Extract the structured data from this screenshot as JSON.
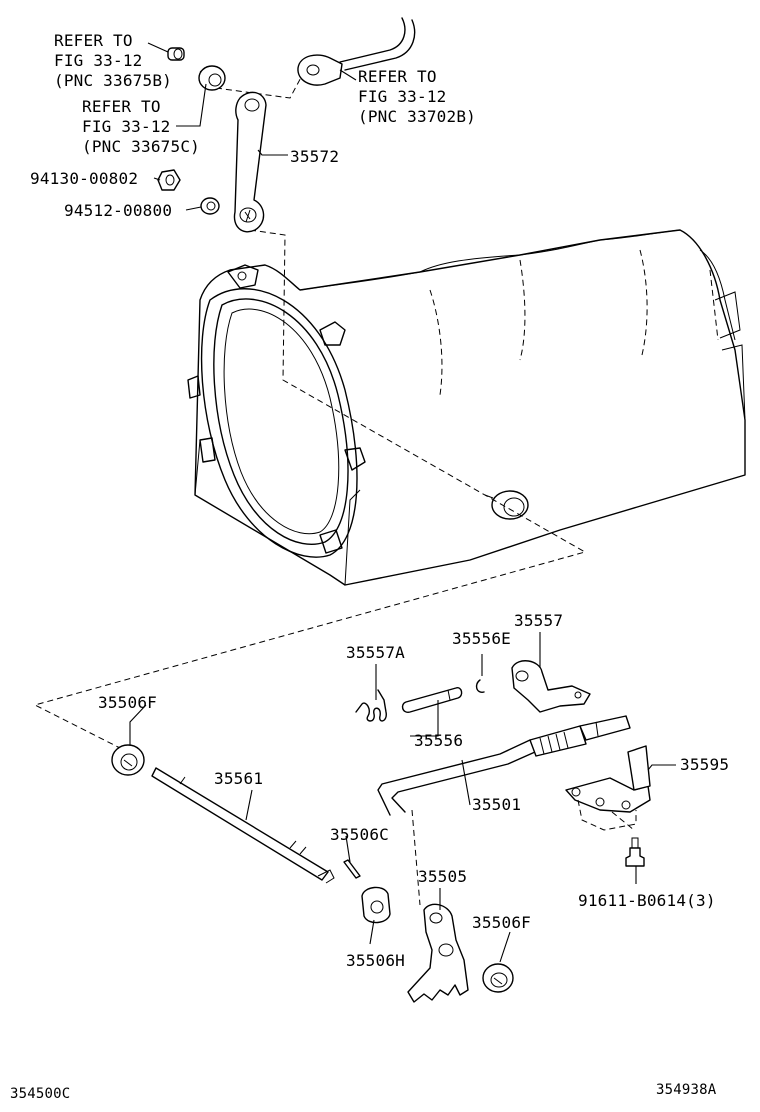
{
  "labels": {
    "refer_1_line1": "REFER TO",
    "refer_1_line2": "FIG 33-12",
    "refer_1_line3": "(PNC 33675B)",
    "refer_2_line1": "REFER TO",
    "refer_2_line2": "FIG 33-12",
    "refer_2_line3": "(PNC 33675C)",
    "refer_3_line1": "REFER TO",
    "refer_3_line2": "FIG 33-12",
    "refer_3_line3": "(PNC 33702B)",
    "p35572": "35572",
    "p94130": "94130-00802",
    "p94512": "94512-00800",
    "p35557A": "35557A",
    "p35556E": "35556E",
    "p35557": "35557",
    "p35556": "35556",
    "p35506F_a": "35506F",
    "p35561": "35561",
    "p35501": "35501",
    "p35595": "35595",
    "p35506C": "35506C",
    "p35505": "35505",
    "p35506F_b": "35506F",
    "p91611": "91611-B0614(3)",
    "p35506H": "35506H",
    "code_left": "354500C",
    "code_right": "354938A"
  }
}
